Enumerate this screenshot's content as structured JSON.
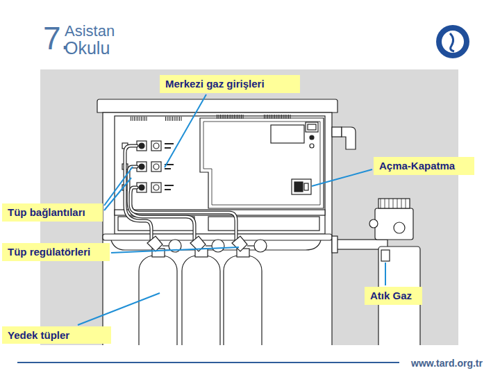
{
  "diagram": {
    "nodes": [
      {
        "text": [
          "Merkezi gaz girişleri"
        ]
      },
      {
        "text": [
          "Açma-Kapatma"
        ]
      },
      {
        "text": [
          "Tüp bağlantıları"
        ]
      },
      {
        "text": [
          "Tüp regülatörleri"
        ]
      },
      {
        "text": [
          "Atık Gaz"
        ]
      },
      {
        "text": [
          "Yedek tüpler"
        ]
      }
    ],
    "labels": [
      "7.",
      "Asistan",
      "Okulu",
      "www.tard.org.tr"
    ]
  }
}
